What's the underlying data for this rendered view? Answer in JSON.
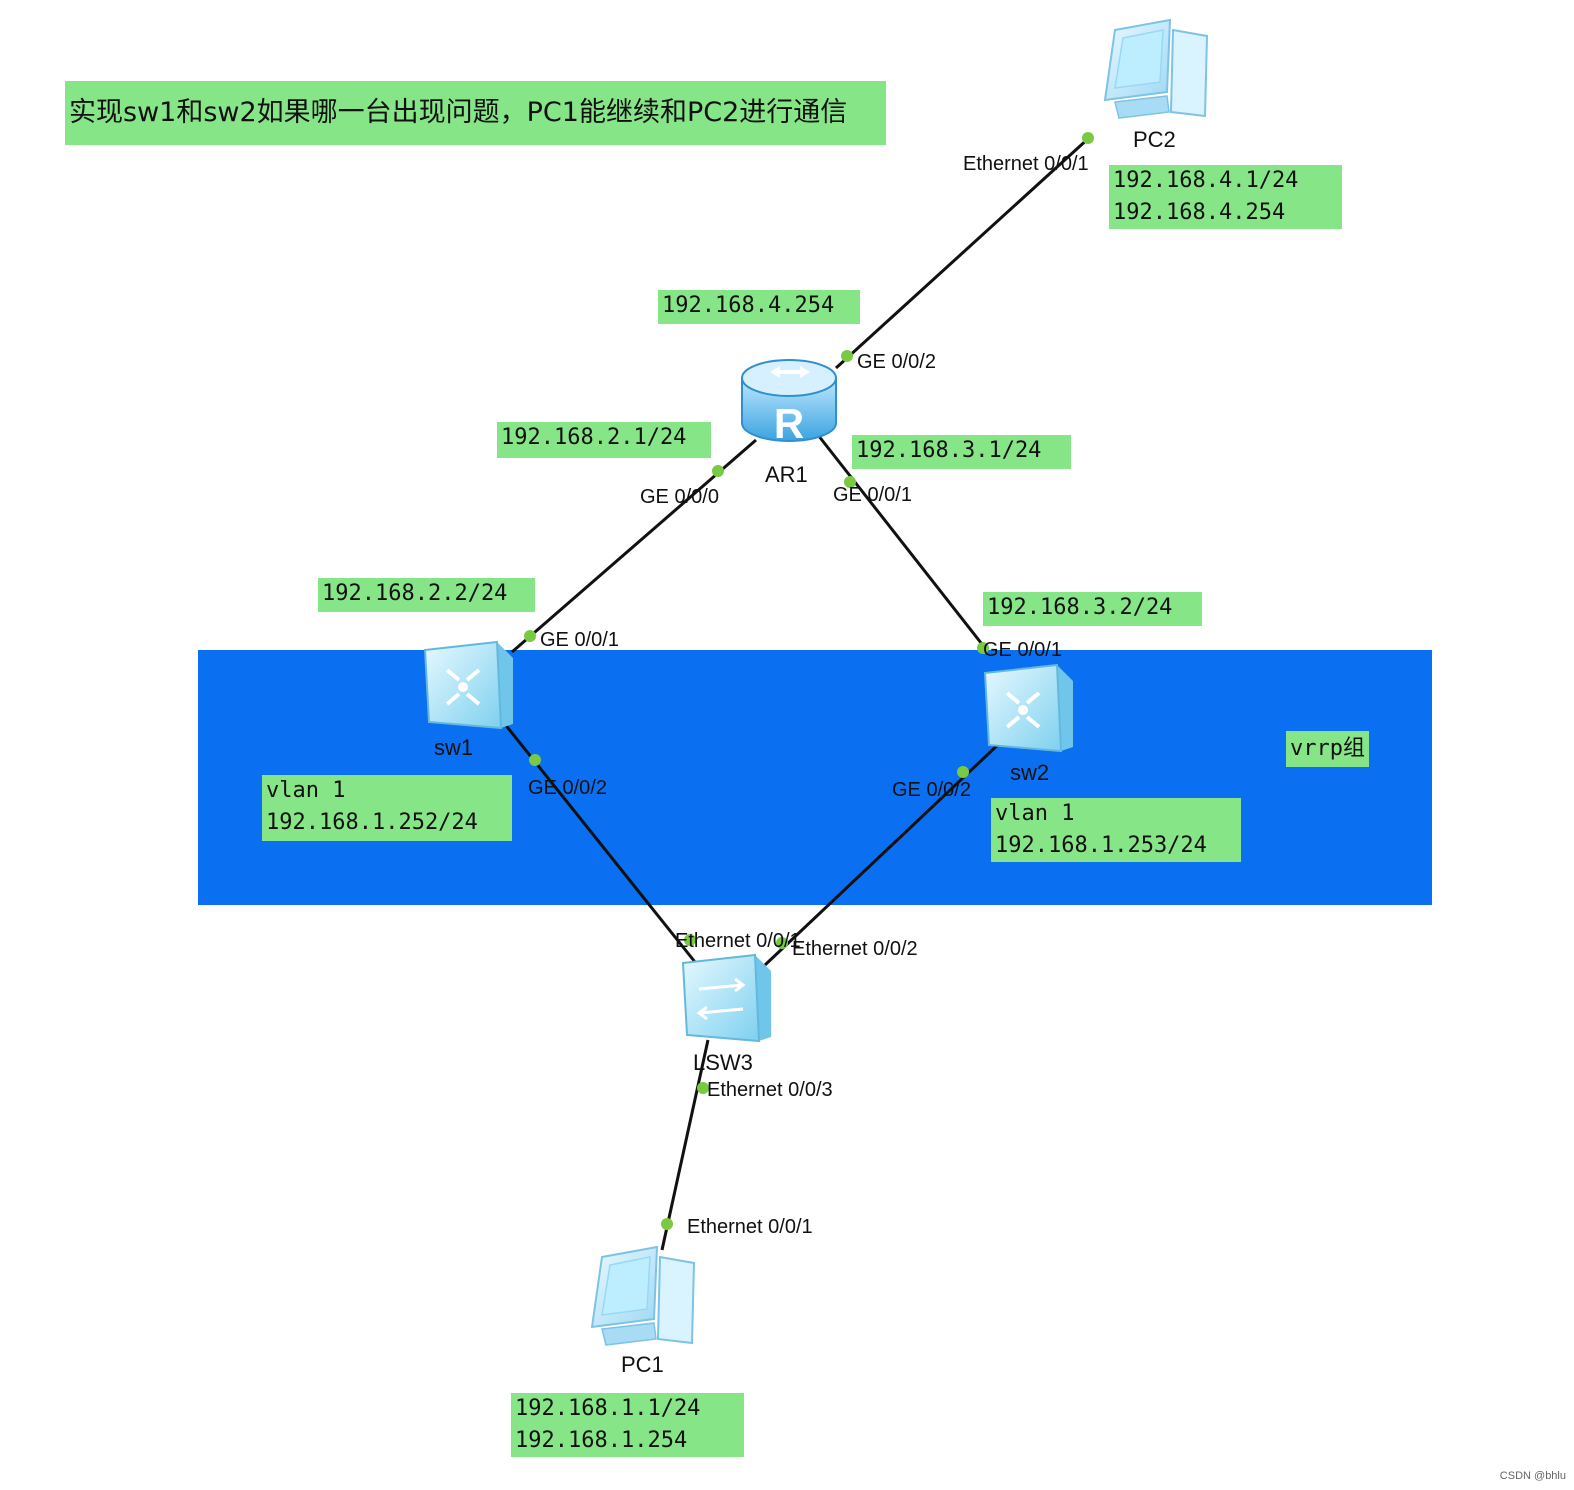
{
  "title": "实现sw1和sw2如果哪一台出现问题，PC1能继续和PC2进行通信",
  "vrrp_label": "vrrp组",
  "devices": {
    "pc2": "PC2",
    "ar1": "AR1",
    "sw1": "sw1",
    "sw2": "sw2",
    "lsw3": "LSW3",
    "pc1": "PC1"
  },
  "ports": {
    "pc2_eth": "Ethernet 0/0/1",
    "ar1_ge2": "GE 0/0/2",
    "ar1_ge0": "GE 0/0/0",
    "ar1_ge1": "GE 0/0/1",
    "sw1_ge1": "GE 0/0/1",
    "sw1_ge2": "GE 0/0/2",
    "sw2_ge1": "GE 0/0/1",
    "sw2_ge2": "GE 0/0/2",
    "lsw3_e1": "Ethernet 0/0/1",
    "lsw3_e2": "Ethernet 0/0/2",
    "lsw3_e3": "Ethernet 0/0/3",
    "pc1_eth": "Ethernet 0/0/1"
  },
  "addresses": {
    "pc2": [
      "192.168.4.1/24",
      "192.168.4.254"
    ],
    "ar1_ge2": "192.168.4.254",
    "ar1_ge0": "192.168.2.1/24",
    "ar1_ge1": "192.168.3.1/24",
    "sw1_up": "192.168.2.2/24",
    "sw2_up": "192.168.3.2/24",
    "sw1_vlan": [
      "vlan 1",
      "192.168.1.252/24"
    ],
    "sw2_vlan": [
      "vlan 1",
      "192.168.1.253/24"
    ],
    "pc1": [
      "192.168.1.1/24",
      "192.168.1.254"
    ]
  },
  "colors": {
    "note_bg": "#86e586",
    "vrrp_band": "#0a6ff0",
    "port_dot": "#7ac943",
    "link": "#111111"
  },
  "watermark": "CSDN @bhlu"
}
